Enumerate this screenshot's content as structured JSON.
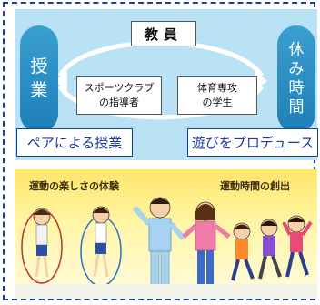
{
  "center": {
    "teacher": "教員",
    "sports_leader": "スポーツクラブ\nの指導者",
    "pe_student": "体育専攻\nの学生"
  },
  "left_pill": [
    "授",
    "業"
  ],
  "right_pill": [
    "休",
    "み",
    "時",
    "間"
  ],
  "labels": {
    "pair_lesson": "ペアによる授業",
    "produce_play": "遊びをプロデュース"
  },
  "captions": {
    "fun": "運動の楽しさの体験",
    "create_time": "運動時間の創出"
  },
  "colors": {
    "accent": "#1d3f9a",
    "panel": "#b9e3f5",
    "pill": "#2a8dc6"
  }
}
